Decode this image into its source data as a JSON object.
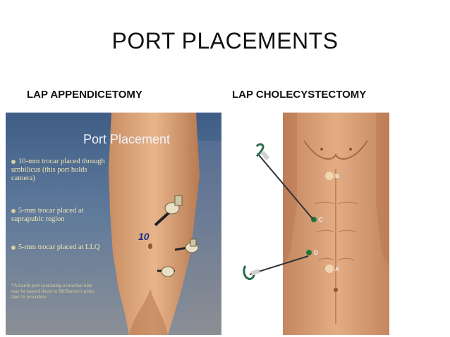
{
  "slide": {
    "title": "PORT PLACEMENTS",
    "left_heading": "LAP APPENDICETOMY",
    "right_heading": "LAP CHOLECYSTECTOMY"
  },
  "appendectomy_image": {
    "panel_title": "Port Placement",
    "bullets": [
      "10-mm trocar placed through umbilicus (this port holds camera)",
      "5-mm trocar placed at suprapubic region",
      "5-mm trocar placed at LLQ"
    ],
    "note": "*A fourth port containing extraction tube may be passed down to McBurney's point later in procedure",
    "trocar_label": "10",
    "colors": {
      "background": "#4d6b92",
      "text": "#f2e6b4",
      "label": "#1c2f86"
    }
  },
  "cholecystectomy_image": {
    "port_labels": [
      "A",
      "B",
      "C",
      "D"
    ],
    "colors": {
      "skin": "#d9a07a",
      "marker_light": "#f1d4b3",
      "marker_dark": "#1f7a3a"
    }
  }
}
